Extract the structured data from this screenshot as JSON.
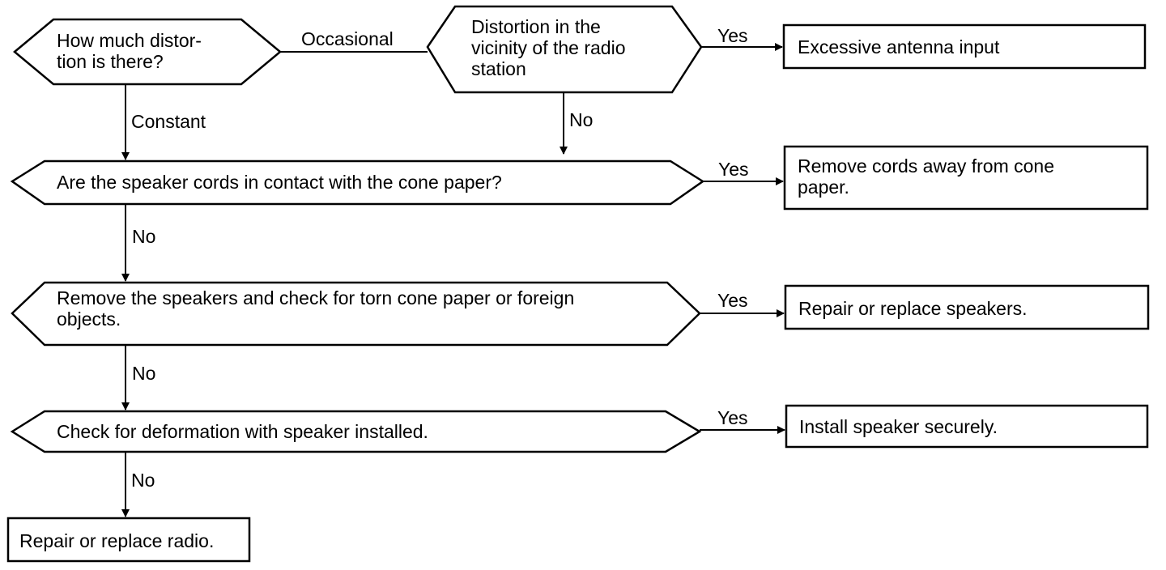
{
  "decisions": {
    "d1": "How much distor-\ntion is there?",
    "d2": "Distortion in the\nvicinity of the radio\nstation",
    "d3": "Are the speaker cords in contact with the cone paper?",
    "d4": "Remove the speakers and check for torn cone paper or foreign\nobjects.",
    "d5": "Check for deformation with speaker installed."
  },
  "outcomes": {
    "o1": "Excessive antenna input",
    "o2": "Remove cords away from cone\npaper.",
    "o3": "Repair or replace speakers.",
    "o4": "Install speaker securely.",
    "o5": "Repair or replace radio."
  },
  "edge_labels": {
    "occasional": "Occasional",
    "constant": "Constant",
    "yes1": "Yes",
    "no_d2": "No",
    "yes2": "Yes",
    "no_d3": "No",
    "yes3": "Yes",
    "no_d4": "No",
    "yes4": "Yes",
    "no_d5": "No"
  }
}
